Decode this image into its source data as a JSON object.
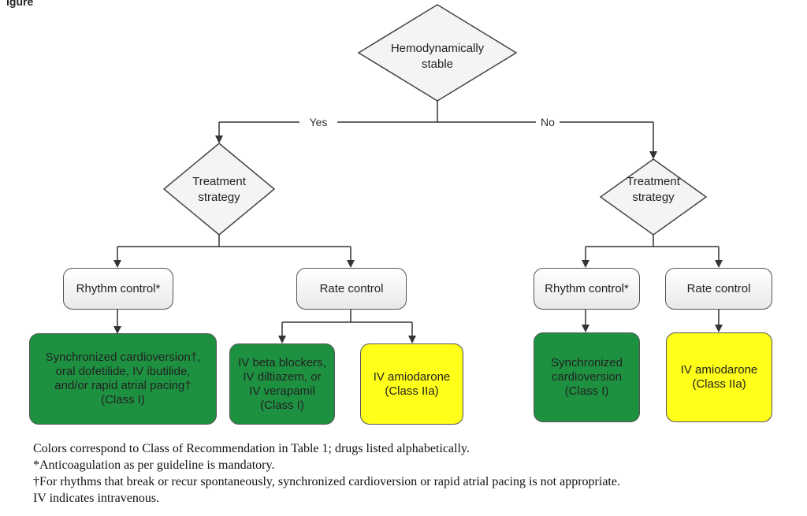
{
  "header": {
    "label": "igure"
  },
  "diagram": {
    "root": {
      "line1": "Hemodynamically",
      "line2": "stable"
    },
    "edges": {
      "yes": "Yes",
      "no": "No"
    },
    "left_strategy": {
      "line1": "Treatment",
      "line2": "strategy"
    },
    "right_strategy": {
      "line1": "Treatment",
      "line2": "strategy"
    },
    "left_rhythm": "Rhythm control*",
    "left_rate": "Rate control",
    "right_rhythm": "Rhythm control*",
    "right_rate": "Rate control",
    "left_rhythm_rx": "Synchronized cardioversion†,\noral dofetilide, IV ibutilide,\nand/or rapid atrial pacing†\n(Class I)",
    "left_rate_rx_green": "IV beta blockers,\nIV diltiazem, or\nIV verapamil\n(Class I)",
    "left_rate_rx_yellow": "IV amiodarone\n(Class IIa)",
    "right_rhythm_rx": "Synchronized\ncardioversion\n(Class I)",
    "right_rate_rx": "IV amiodarone\n(Class IIa)",
    "colors": {
      "class_I": "#1e9141",
      "class_IIa": "#ffff19"
    }
  },
  "footnotes": {
    "line1": "Colors correspond to Class of Recommendation in Table 1; drugs listed alphabetically.",
    "line2": "*Anticoagulation as per guideline is mandatory.",
    "line3": "†For rhythms that break or recur spontaneously, synchronized cardioversion or rapid atrial pacing is not appropriate.",
    "line4": "IV indicates intravenous."
  }
}
